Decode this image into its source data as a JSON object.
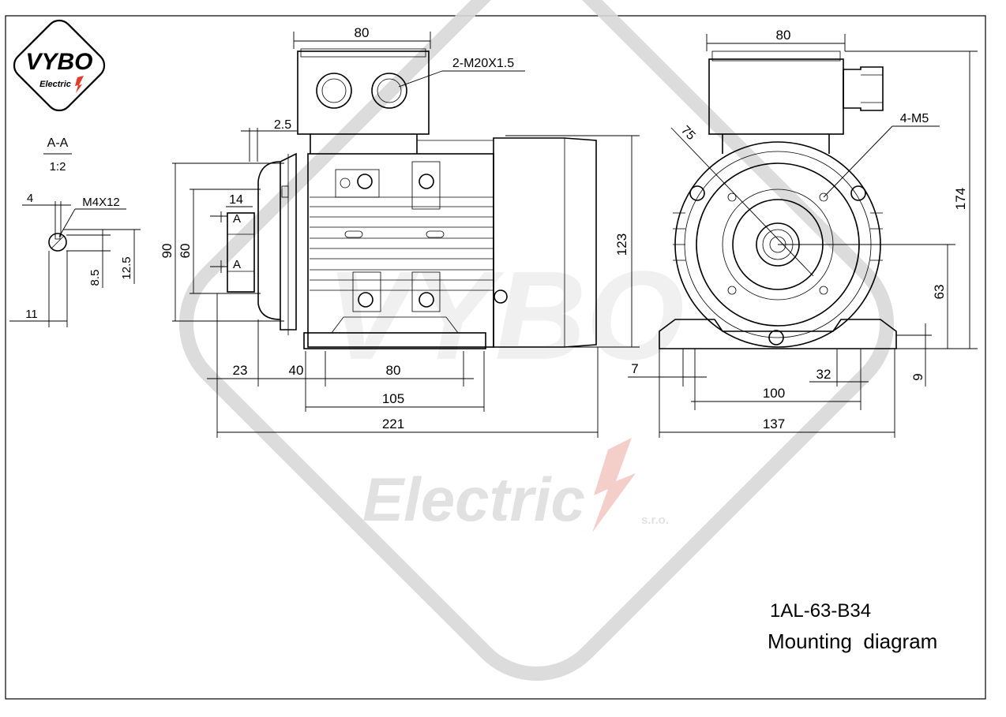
{
  "logo": {
    "brand": "VYBO",
    "sub": "Electric"
  },
  "section": {
    "label": "A-A",
    "scale": "1:2"
  },
  "key": {
    "width": "4",
    "thread": "M4X12",
    "d1": "8.5",
    "d2": "12.5",
    "shaft_dia": "11"
  },
  "side_view": {
    "box_width": "80",
    "glands": "2-M20X1.5",
    "offset": "2.5",
    "shaft_len": "14",
    "section_mark": "A",
    "flange_dia_outer": "90",
    "flange_dia_inner": "60",
    "body_dia": "123",
    "d23": "23",
    "d40": "40",
    "d80": "80",
    "d105": "105",
    "d221": "221"
  },
  "front_view": {
    "box_width": "80",
    "flange_circle": "75",
    "holes": "4-M5",
    "height_total": "174",
    "axis_height": "63",
    "foot_offset": "7",
    "hole_spacing": "100",
    "foot_width": "32",
    "foot_height": "9",
    "base_width": "137"
  },
  "title": {
    "model": "1AL-63-B34",
    "caption": "Mounting  diagram"
  },
  "watermark": {
    "brand": "VYBO",
    "text": "Electric",
    "suffix": "s.r.o."
  },
  "colors": {
    "accent": "#e5392b",
    "watermark": "#d9d9d9",
    "line": "#000000"
  }
}
